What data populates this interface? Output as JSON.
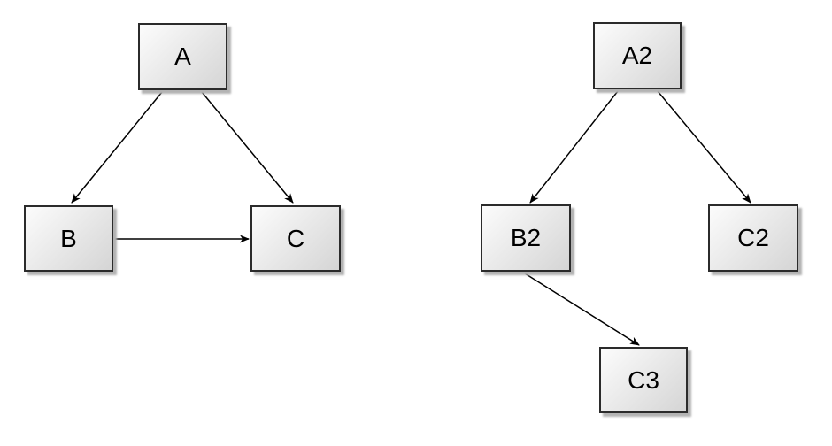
{
  "colors": {
    "canvas-bg": "#ffffff",
    "node-fill-light": "#fcfcfc",
    "node-fill-dark": "#d5d5d5",
    "node-border": "#2b2b2b",
    "node-shadow": "#b3b3b3",
    "arrow": "#000000",
    "label-text": "#000000"
  },
  "left_graph": {
    "nodes": [
      {
        "id": "A",
        "label": "A"
      },
      {
        "id": "B",
        "label": "B"
      },
      {
        "id": "C",
        "label": "C"
      }
    ],
    "edges": [
      {
        "from": "A",
        "to": "B"
      },
      {
        "from": "A",
        "to": "C"
      },
      {
        "from": "B",
        "to": "C"
      }
    ]
  },
  "right_graph": {
    "nodes": [
      {
        "id": "A2",
        "label": "A2"
      },
      {
        "id": "B2",
        "label": "B2"
      },
      {
        "id": "C2",
        "label": "C2"
      },
      {
        "id": "C3",
        "label": "C3"
      }
    ],
    "edges": [
      {
        "from": "A2",
        "to": "B2"
      },
      {
        "from": "A2",
        "to": "C2"
      },
      {
        "from": "B2",
        "to": "C3"
      }
    ]
  }
}
